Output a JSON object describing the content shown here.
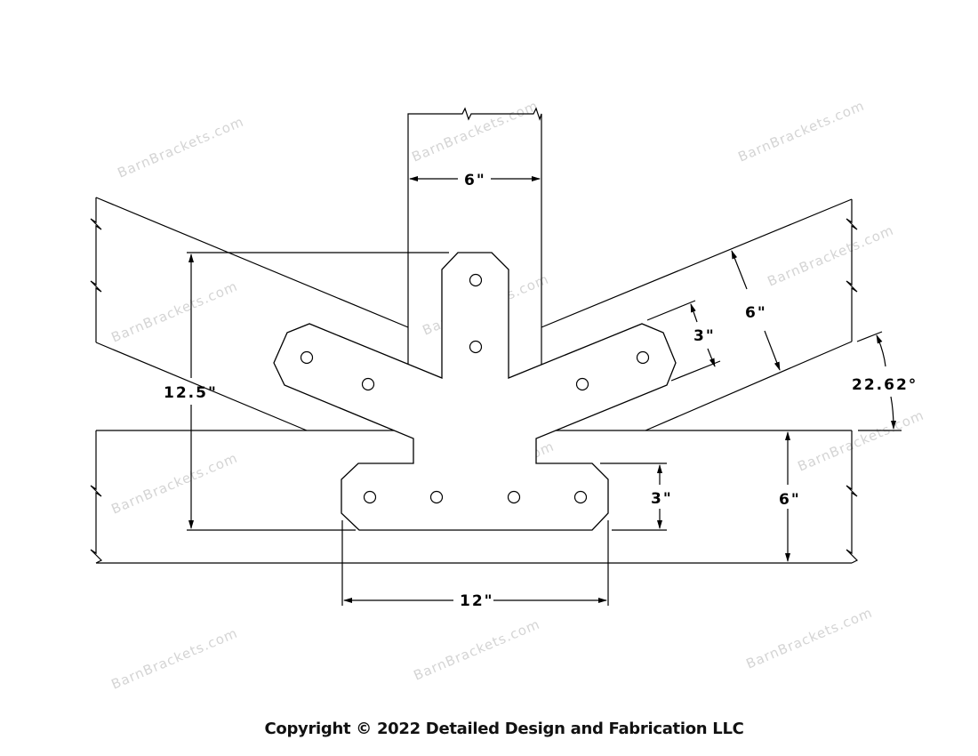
{
  "dimensions": {
    "post_width": "6\"",
    "overall_height": "12.5\"",
    "bottom_width": "12\"",
    "bottom_arm_height": "3\"",
    "rafter_arm_height": "3\"",
    "rafter_depth": "6\"",
    "beam_depth": "6\"",
    "angle": "22.62°"
  },
  "watermark": "BarnBrackets.com",
  "copyright": "Copyright © 2022 Detailed Design and Fabrication LLC"
}
